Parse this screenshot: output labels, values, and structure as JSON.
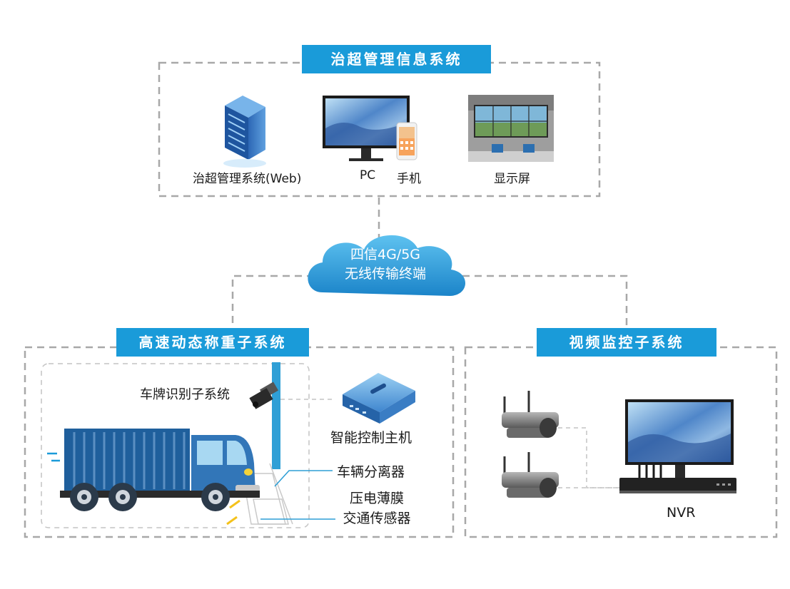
{
  "top_system": {
    "title": "治超管理信息系统",
    "devices": [
      {
        "label": "治超管理系统(Web)",
        "icon": "server-icon"
      },
      {
        "label": "PC",
        "icon": "monitor-icon"
      },
      {
        "label": "手机",
        "icon": "smartphone-icon"
      },
      {
        "label": "显示屏",
        "icon": "video-wall-icon"
      }
    ]
  },
  "network": {
    "line1": "四信4G/5G",
    "line2": "无线传输终端"
  },
  "weighing_system": {
    "title": "高速动态称重子系统",
    "components": {
      "plate_recognition": "车牌识别子系统",
      "controller": "智能控制主机",
      "separator": "车辆分离器",
      "sensor_line1": "压电薄膜",
      "sensor_line2": "交通传感器"
    }
  },
  "video_system": {
    "title": "视频监控子系统",
    "nvr_label": "NVR"
  },
  "colors": {
    "accent": "#1a9bd9",
    "dashed_border": "#a8a8a8",
    "truck_blue": "#1f5f9c"
  }
}
